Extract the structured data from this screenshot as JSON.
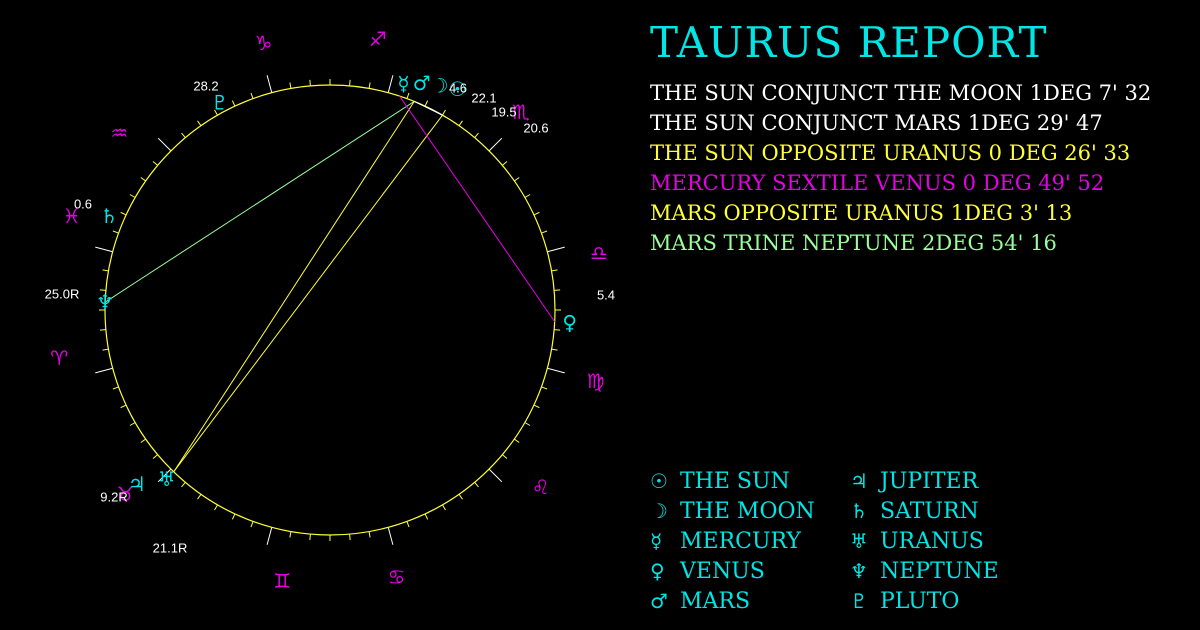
{
  "report": {
    "title": "TAURUS REPORT",
    "aspects": [
      {
        "text": "THE SUN CONJUNCT THE MOON 1DEG 7' 32",
        "color": "#ffffff"
      },
      {
        "text": "THE SUN CONJUNCT MARS 1DEG 29' 47",
        "color": "#ffffff"
      },
      {
        "text": "THE SUN OPPOSITE URANUS 0 DEG 26' 33",
        "color": "#ffff33"
      },
      {
        "text": "MERCURY SEXTILE VENUS 0 DEG 49' 52",
        "color": "#e600e6"
      },
      {
        "text": "MARS OPPOSITE URANUS 1DEG 3' 13",
        "color": "#ffff33"
      },
      {
        "text": "MARS TRINE NEPTUNE 2DEG 54' 16",
        "color": "#99ff99"
      }
    ]
  },
  "legend": [
    {
      "glyph": "☉",
      "label": "THE SUN",
      "icon": "sun-icon"
    },
    {
      "glyph": "♃",
      "label": "JUPITER",
      "icon": "jupiter-icon"
    },
    {
      "glyph": "☽",
      "label": "THE MOON",
      "icon": "moon-icon"
    },
    {
      "glyph": "♄",
      "label": "SATURN",
      "icon": "saturn-icon"
    },
    {
      "glyph": "☿",
      "label": "MERCURY",
      "icon": "mercury-icon"
    },
    {
      "glyph": "♅",
      "label": "URANUS",
      "icon": "uranus-icon"
    },
    {
      "glyph": "♀",
      "label": "VENUS",
      "icon": "venus-icon"
    },
    {
      "glyph": "♆",
      "label": "NEPTUNE",
      "icon": "neptune-icon"
    },
    {
      "glyph": "♂",
      "label": "MARS",
      "icon": "mars-icon"
    },
    {
      "glyph": "♇",
      "label": "PLUTO",
      "icon": "pluto-icon"
    }
  ],
  "wheel": {
    "circle_color": "#ffff33",
    "planet_color": "#00e5e5",
    "sign_color": "#e600e6",
    "signs": [
      {
        "glyph": "♈",
        "name": "aries-icon"
      },
      {
        "glyph": "♉",
        "name": "taurus-icon"
      },
      {
        "glyph": "♊",
        "name": "gemini-icon"
      },
      {
        "glyph": "♋",
        "name": "cancer-icon"
      },
      {
        "glyph": "♌",
        "name": "leo-icon"
      },
      {
        "glyph": "♍",
        "name": "virgo-icon"
      },
      {
        "glyph": "♎",
        "name": "libra-icon"
      },
      {
        "glyph": "♏",
        "name": "scorpio-icon"
      },
      {
        "glyph": "♐",
        "name": "sagittarius-icon"
      },
      {
        "glyph": "♑",
        "name": "capricorn-icon"
      },
      {
        "glyph": "♒",
        "name": "aquarius-icon"
      },
      {
        "glyph": "♓",
        "name": "pisces-icon"
      }
    ],
    "planets": [
      {
        "key": "sun",
        "glyph": "☉",
        "degree": ""
      },
      {
        "key": "moon",
        "glyph": "☽",
        "degree": "20.6"
      },
      {
        "key": "mars",
        "glyph": "♂",
        "degree": "19.5"
      },
      {
        "key": "mercury",
        "glyph": "☿",
        "degree": "4.6"
      },
      {
        "key": "venus",
        "glyph": "♀",
        "degree": "5.4"
      },
      {
        "key": "pluto",
        "glyph": "♇",
        "degree": "28.2"
      },
      {
        "key": "saturn",
        "glyph": "♄",
        "degree": "0.6"
      },
      {
        "key": "neptune",
        "glyph": "♆",
        "degree": "25.0R"
      },
      {
        "key": "jupiter",
        "glyph": "♃",
        "degree": "9.2R"
      },
      {
        "key": "uranus",
        "glyph": "♅",
        "degree": "21.1R"
      }
    ],
    "extra_degree_labels": [
      "22.1"
    ],
    "aspect_lines": [
      {
        "from": "mars",
        "to": "neptune",
        "color": "#99ff99"
      },
      {
        "from": "sun",
        "to": "uranus",
        "color": "#ffff33"
      },
      {
        "from": "mars",
        "to": "uranus",
        "color": "#ffff33"
      },
      {
        "from": "mercury",
        "to": "venus",
        "color": "#e600e6"
      },
      {
        "from": "sun",
        "to": "moon",
        "color": "#ffffff"
      },
      {
        "from": "sun",
        "to": "mars",
        "color": "#ffffff"
      }
    ]
  }
}
